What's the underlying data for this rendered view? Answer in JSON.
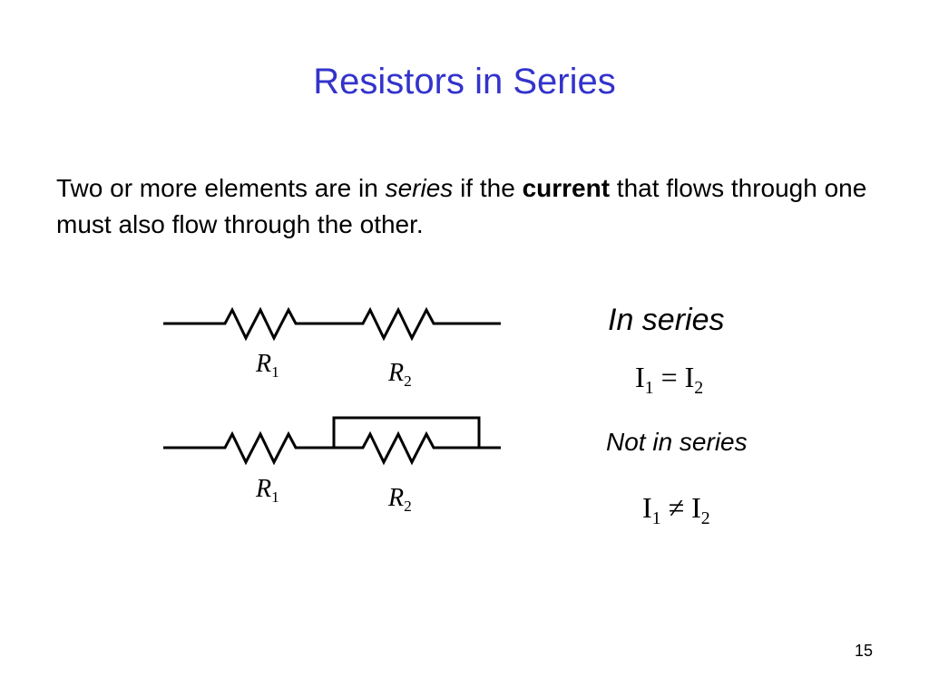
{
  "slide": {
    "title": "Resistors in Series",
    "body": {
      "part1": "Two or more elements are in ",
      "italic": "series",
      "part2": " if the ",
      "bold": "current",
      "part3": " that flows through one must also flow through the other."
    },
    "page_number": "15"
  },
  "circuit_series": {
    "r1_letter": "R",
    "r1_sub": "1",
    "r2_letter": "R",
    "r2_sub": "2",
    "caption": "In series",
    "equation": {
      "lhs": "I",
      "lhs_sub": "1",
      "op": " = ",
      "rhs": "I",
      "rhs_sub": "2"
    }
  },
  "circuit_shorted": {
    "r1_letter": "R",
    "r1_sub": "1",
    "r2_letter": "R",
    "r2_sub": "2",
    "caption": "Not in series",
    "equation": {
      "lhs": "I",
      "lhs_sub": "1",
      "op": " ≠ ",
      "rhs": "I",
      "rhs_sub": "2"
    }
  },
  "colors": {
    "title": "#3333cc",
    "text": "#000000",
    "wire": "#000000"
  }
}
